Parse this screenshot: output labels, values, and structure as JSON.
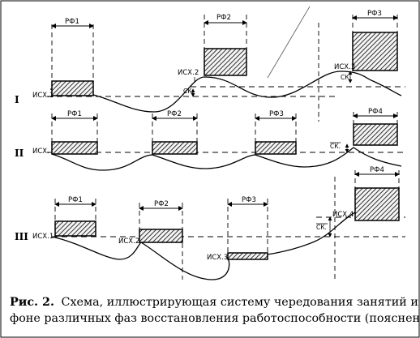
{
  "figure": {
    "rows": [
      {
        "id": "I",
        "numeral": "I",
        "start_label": "ИСХ.1",
        "phases": [
          "РФ1",
          "РФ2",
          "РФ3"
        ],
        "mid_labels": [
          "ИСХ.2",
          "ИСХ.3"
        ],
        "sk_labels": [
          "СК.",
          "СК."
        ]
      },
      {
        "id": "II",
        "numeral": "II",
        "start_label": "ИСХ.",
        "phases": [
          "РФ1",
          "РФ2",
          "РФ3",
          "РФ4"
        ],
        "mid_labels": [],
        "sk_labels": [
          "СК."
        ]
      },
      {
        "id": "III",
        "numeral": "III",
        "start_label": "ИСХ.1",
        "phases": [
          "РФ1",
          "РФ2",
          "РФ3",
          "РФ4"
        ],
        "mid_labels": [
          "ИСХ.2",
          "ИСХ.3",
          "ИСХ.4"
        ],
        "sk_labels": [
          "СК."
        ]
      }
    ]
  },
  "caption": {
    "prefix": "Рис. 2.",
    "line1": "Схема, иллюстрирующая систему чередования занятий и отдыха на",
    "line2": "фоне различных фаз восстановления работоспособности (пояснения в тексте)"
  }
}
